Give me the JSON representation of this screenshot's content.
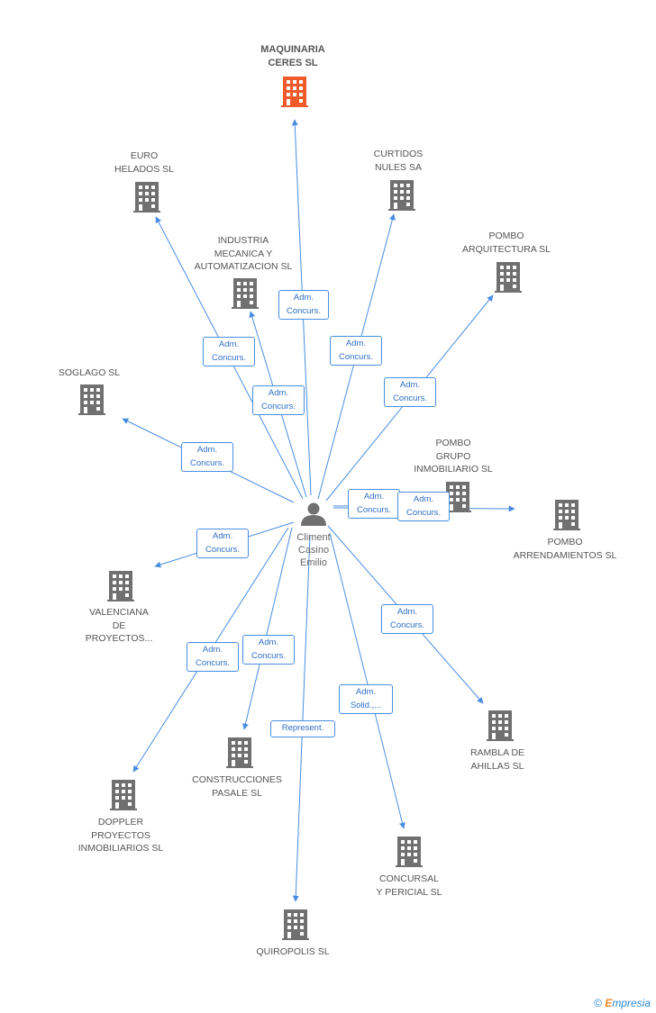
{
  "colors": {
    "edge": "#4a8de0",
    "building": "#707070",
    "highlight_building": "#f05a2a",
    "person": "#707070"
  },
  "center": {
    "label": "Climent\nCasino\nEmilio",
    "icon": "person-icon"
  },
  "companies": [
    {
      "id": "maquinaria",
      "label": "MAQUINARIA\nCERES SL",
      "highlight": true
    },
    {
      "id": "euro",
      "label": "EURO\nHELADOS SL"
    },
    {
      "id": "curtidos",
      "label": "CURTIDOS\nNULES SA"
    },
    {
      "id": "industria",
      "label": "INDUSTRIA\nMECANICA Y\nAUTOMATIZACION SL"
    },
    {
      "id": "pombo_arq",
      "label": "POMBO\nARQUITECTURA SL"
    },
    {
      "id": "soglago",
      "label": "SOGLAGO SL"
    },
    {
      "id": "pombo_grupo",
      "label": "POMBO\nGRUPO\nINMOBILIARIO SL"
    },
    {
      "id": "pombo_arr",
      "label": "POMBO\nARRENDAMIENTOS SL"
    },
    {
      "id": "valenciana",
      "label": "VALENCIANA\nDE\nPROYECTOS..."
    },
    {
      "id": "rambla",
      "label": "RAMBLA DE\nAHILLAS SL"
    },
    {
      "id": "construcciones",
      "label": "CONSTRUCCIONES\nPASALE SL"
    },
    {
      "id": "doppler",
      "label": "DOPPLER\nPROYECTOS\nINMOBILIARIOS SL"
    },
    {
      "id": "concursal",
      "label": "CONCURSAL\nY PERICIAL  SL"
    },
    {
      "id": "quiropolis",
      "label": "QUIROPOLIS SL"
    }
  ],
  "edges": [
    {
      "to": "maquinaria",
      "label": "Adm.\nConcurs."
    },
    {
      "to": "euro",
      "label": "Adm.\nConcurs."
    },
    {
      "to": "curtidos",
      "label": "Adm.\nConcurs."
    },
    {
      "to": "industria",
      "label": "Adm.\nConcurs."
    },
    {
      "to": "pombo_arq",
      "label": "Adm.\nConcurs."
    },
    {
      "to": "soglago",
      "label": "Adm.\nConcurs."
    },
    {
      "to": "pombo_grupo",
      "label": "Adm.\nConcurs."
    },
    {
      "to": "pombo_arr",
      "label": "Adm.\nConcurs."
    },
    {
      "to": "valenciana",
      "label": "Adm.\nConcurs."
    },
    {
      "to": "rambla",
      "label": "Adm.\nConcurs."
    },
    {
      "to": "construcciones",
      "label": "Adm.\nConcurs."
    },
    {
      "to": "doppler",
      "label": "Adm.\nConcurs."
    },
    {
      "to": "concursal",
      "label": "Adm.\nSolid.,..."
    },
    {
      "to": "quiropolis",
      "label": "Represent."
    }
  ],
  "footer": {
    "copyright": "©",
    "brand_first": "E",
    "brand_rest": "mpresia"
  }
}
